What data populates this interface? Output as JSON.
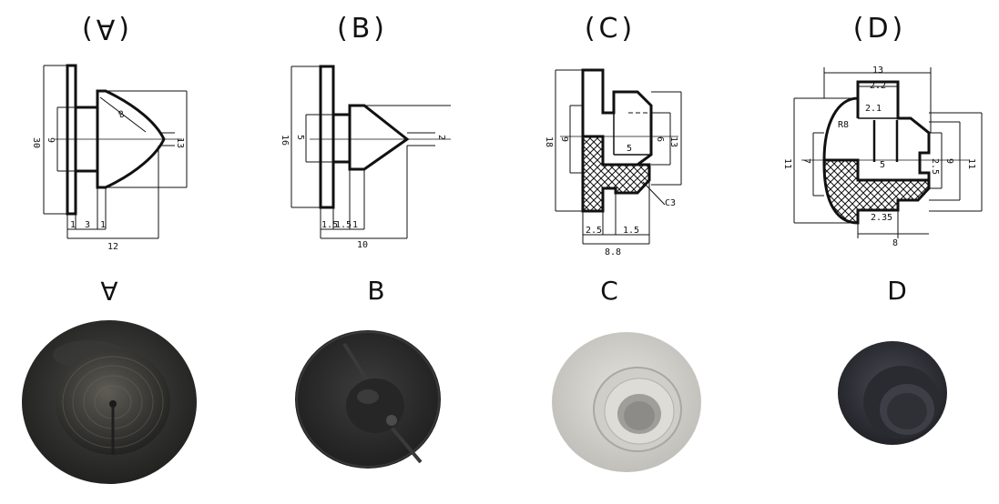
{
  "panels": [
    {
      "id": "A",
      "title_open": "(",
      "title_letter": "A",
      "title_close": ")",
      "caption": "A",
      "dims": [
        "30",
        "9",
        "8",
        "13",
        "1",
        "3",
        "1",
        "12"
      ]
    },
    {
      "id": "B",
      "title": "(B)",
      "caption": "B",
      "dims": [
        "16",
        "5",
        "2",
        "1.5",
        "1.5",
        "1",
        "10"
      ]
    },
    {
      "id": "C",
      "title": "(C)",
      "caption": "C",
      "dims": [
        "18",
        "9",
        "6",
        "13",
        "5",
        "C3",
        "2.5",
        "1.5",
        "8.8"
      ]
    },
    {
      "id": "D",
      "title": "(D)",
      "caption": "D",
      "dims": [
        "13",
        "2.2",
        "2.1",
        "R8",
        "5",
        "11",
        "7",
        "9",
        "2.5",
        "11",
        "2.35",
        "8"
      ]
    }
  ],
  "colors": {
    "line": "#111111",
    "rubber_dark": "#2b2b2b",
    "rubber_grey": "#c9c9c5",
    "hatch": "#111111"
  }
}
